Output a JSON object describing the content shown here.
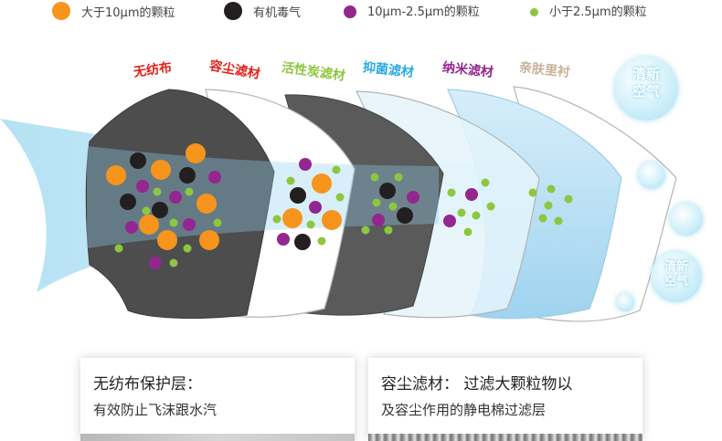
{
  "legend": [
    {
      "label": "大于10μm的颗粒",
      "color": "#f7941d"
    },
    {
      "label": "有机毒气",
      "color": "#231f20"
    },
    {
      "label": "10μm-2.5μm的颗粒",
      "color": "#93278f"
    },
    {
      "label": "小于2.5μm的颗粒",
      "color": "#8dc63f"
    }
  ],
  "layers": [
    {
      "label": "无纺布",
      "color": "#e2231a"
    },
    {
      "label": "容尘滤材",
      "color": "#e2231a"
    },
    {
      "label": "活性炭滤材",
      "color": "#8dc63f"
    },
    {
      "label": "抑菌滤材",
      "color": "#29abe2"
    },
    {
      "label": "纳米滤材",
      "color": "#93278f"
    },
    {
      "label": "亲肤里衬",
      "color": "#c7b299"
    }
  ],
  "fresh_air": [
    "清新\n空气",
    "清新\n空气"
  ],
  "cards": [
    {
      "title": "无纺布保护层：",
      "desc": "有效防止飞沫跟水汽"
    },
    {
      "title": "容尘滤材：  过滤大颗粒物以",
      "desc": "及容尘作用的静电棉过滤层"
    }
  ]
}
